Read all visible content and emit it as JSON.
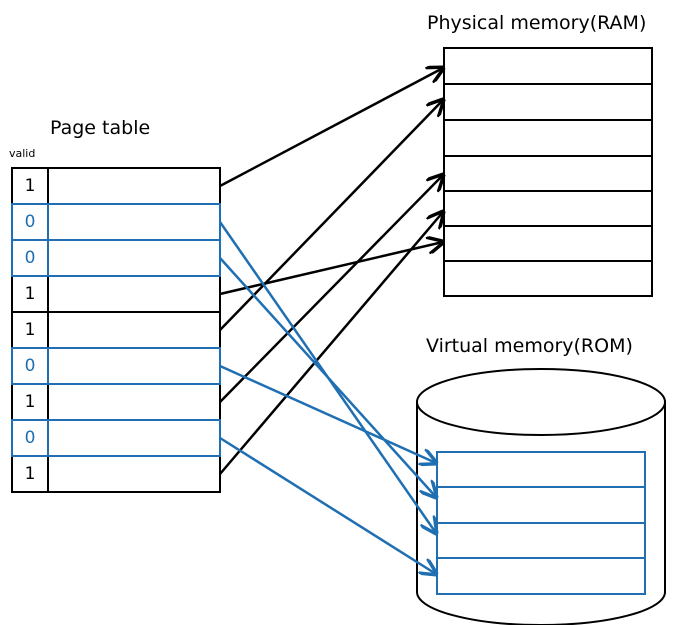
{
  "labels": {
    "page_table": "Page table",
    "valid": "valid",
    "physical_memory": "Physical memory(RAM)",
    "virtual_memory": "Virtual memory(ROM)"
  },
  "page_table": {
    "valid_bits": [
      "1",
      "0",
      "0",
      "1",
      "1",
      "0",
      "1",
      "0",
      "1"
    ]
  },
  "colors": {
    "in_ram": "#000000",
    "in_rom": "#1f6fb2"
  }
}
